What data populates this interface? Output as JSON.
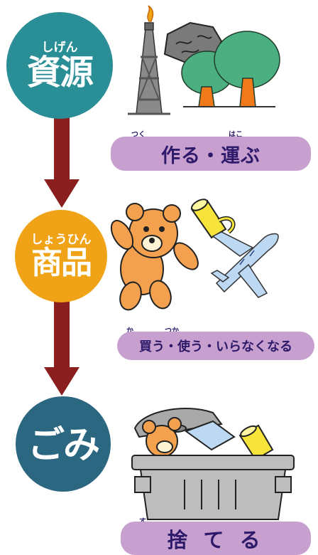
{
  "stages": [
    {
      "ruby": "しげん",
      "text": "資源"
    },
    {
      "ruby": "しょうひん",
      "text": "商品"
    },
    {
      "ruby": "",
      "text": "ごみ"
    }
  ],
  "actions": [
    {
      "text": "作る・運ぶ",
      "ruby": [
        "つく",
        "はこ"
      ]
    },
    {
      "text": "買う・使う・いらなくなる",
      "ruby": [
        "か",
        "つか"
      ]
    },
    {
      "text": "捨 て る",
      "ruby": [
        "す"
      ]
    }
  ],
  "colors": {
    "resources": "#2a8e96",
    "products": "#f0a316",
    "trash": "#2c6781",
    "arrow": "#8b1e1e",
    "label_bg": "#c8a0cf"
  },
  "icons": [
    "oil-derrick-icon",
    "rock-icon",
    "tree-icon",
    "teddy-bear-icon",
    "mug-icon",
    "airplane-icon",
    "trash-can-icon"
  ]
}
